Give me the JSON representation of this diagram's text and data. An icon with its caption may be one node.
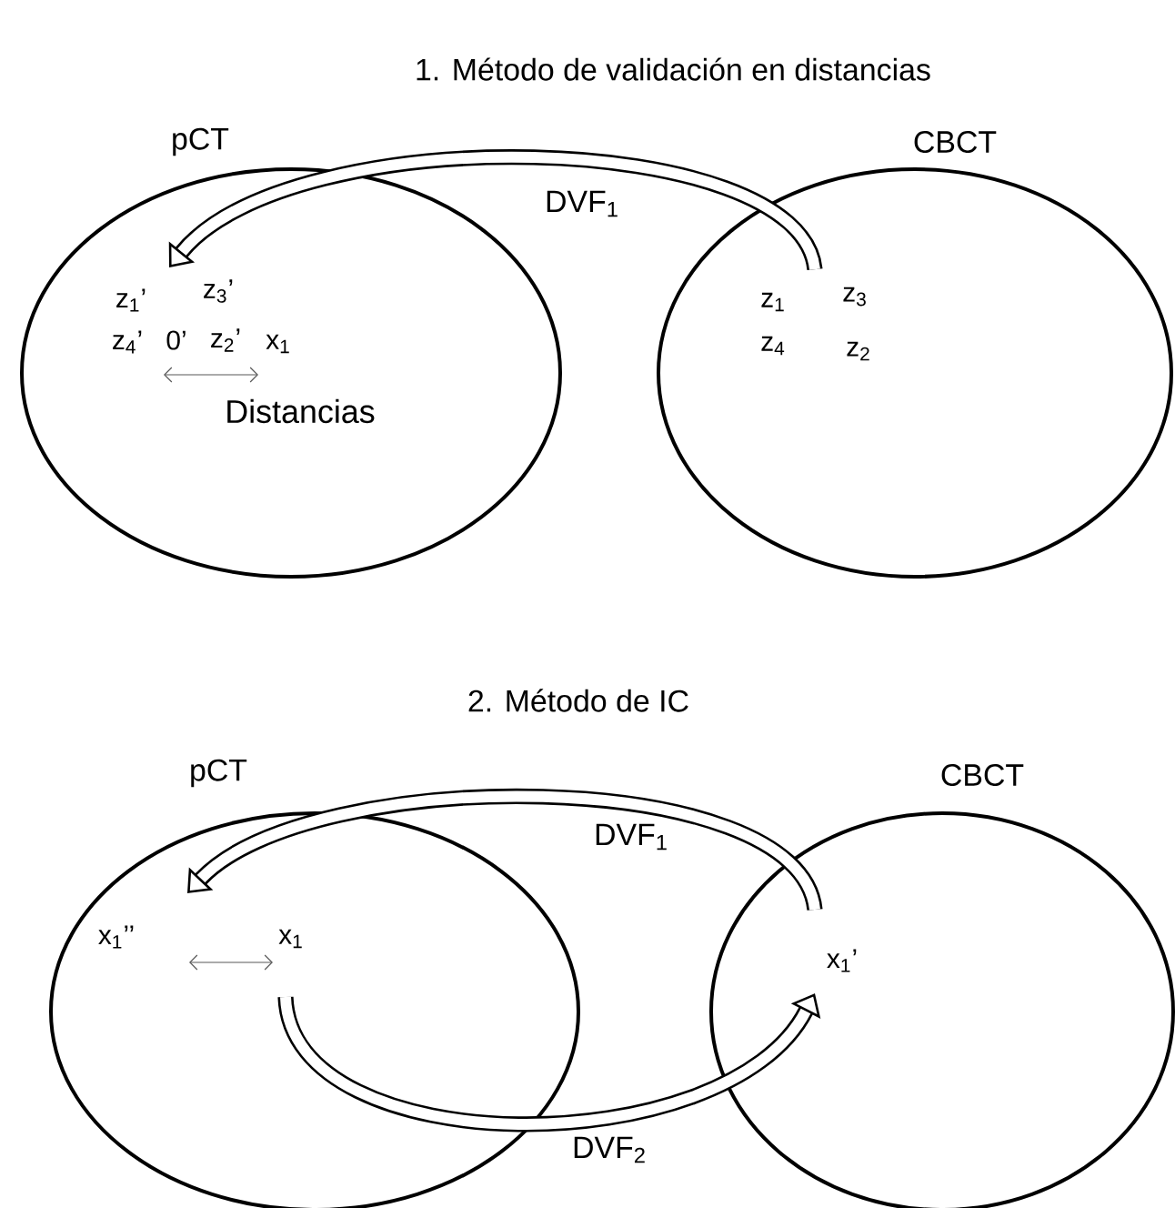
{
  "diagram": {
    "nodes": [
      {
        "text": [
          "pCT"
        ]
      },
      {
        "text": [
          "CBCT"
        ]
      },
      {
        "text": [
          "pCT"
        ]
      },
      {
        "text": [
          "CBCT"
        ]
      }
    ],
    "edges": [
      {
        "from": 1,
        "to": 0,
        "arrow": "to",
        "label": "DVF$_{1}$"
      },
      {
        "from": 3,
        "to": 2,
        "arrow": "to",
        "label": "DVF$_{1}$"
      },
      {
        "from": 2,
        "to": 3,
        "arrow": "to",
        "label": "DVF$_{2}$"
      }
    ],
    "labels": [
      "1. Método de validación en distancias",
      "z$_{1}$’",
      "z$_{3}$’",
      "z$_{4}$’",
      "0’",
      "z$_{2}$’",
      "x$_{1}$",
      "Distancias",
      "z$_{1}$",
      "z$_{3}$",
      "z$_{4}$",
      "z$_{2}$",
      "2. Método de IC",
      "x$_{1}$’’",
      "x$_{1}$",
      "x$_{1}$’"
    ]
  }
}
